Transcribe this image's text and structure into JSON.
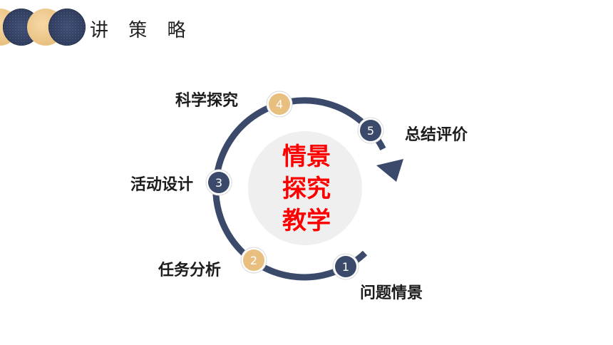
{
  "header": {
    "title": "讲 策 略",
    "dot_colors": [
      "#e8bf7e",
      "#2f3c5e",
      "#e8bf7e",
      "#2f3c5e"
    ]
  },
  "center": {
    "lines": [
      "情景",
      "探究",
      "教学"
    ],
    "color": "#ff0000"
  },
  "steps": [
    {
      "number": "1",
      "label": "问题情景",
      "color": "#3b4a6b"
    },
    {
      "number": "2",
      "label": "任务分析",
      "color": "#e8bf7e"
    },
    {
      "number": "3",
      "label": "活动设计",
      "color": "#3b4a6b"
    },
    {
      "number": "4",
      "label": "科学探究",
      "color": "#e8bf7e"
    },
    {
      "number": "5",
      "label": "总结评价",
      "color": "#3b4a6b"
    }
  ],
  "colors": {
    "ring": "#3b4a6b",
    "center_bg": "#efefef"
  }
}
